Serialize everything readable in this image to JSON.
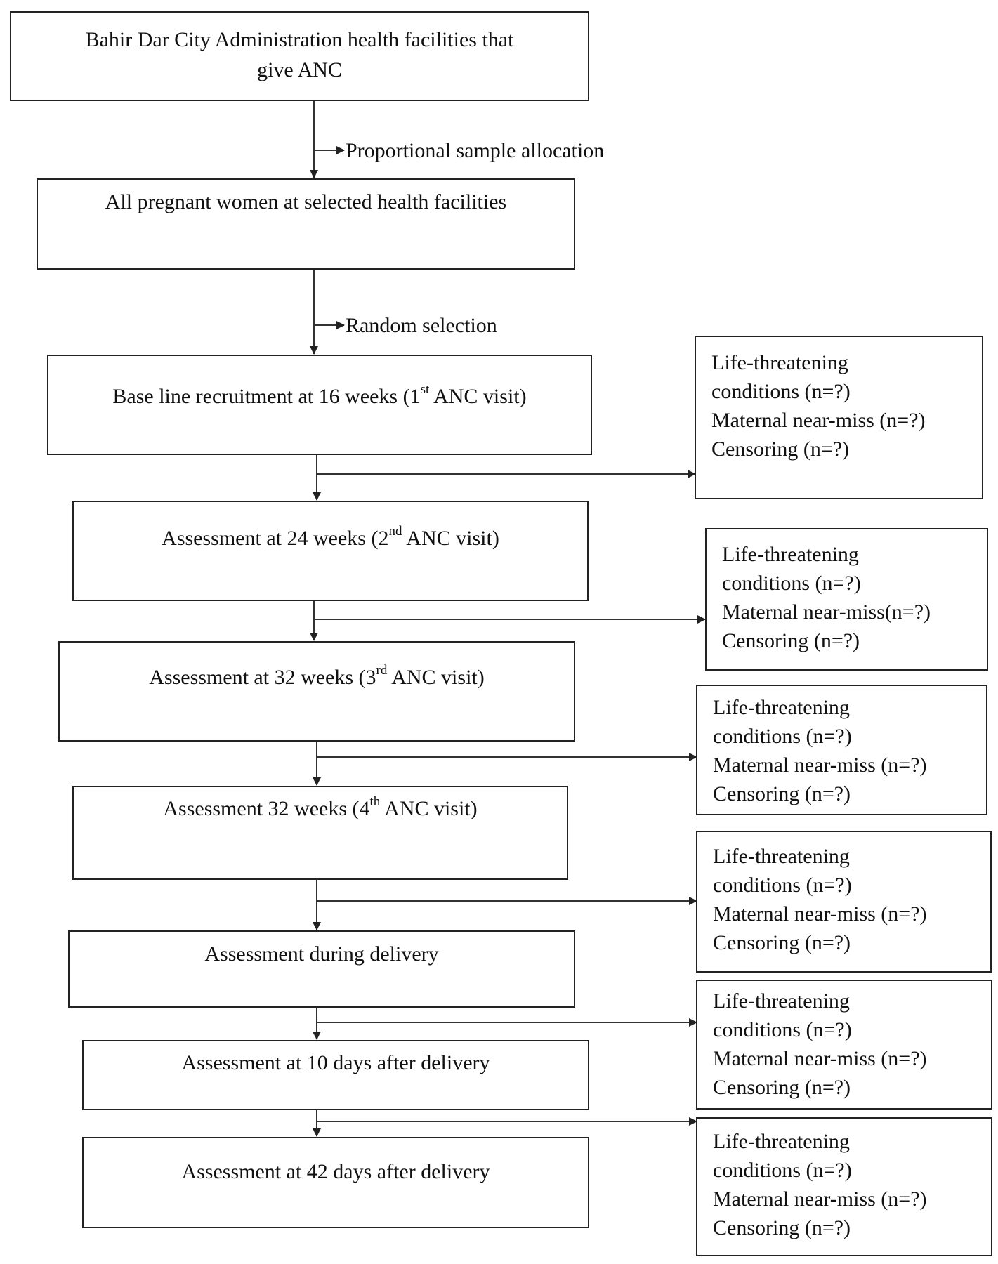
{
  "nodes": [
    {
      "id": "facilities",
      "lines": [
        "Bahir Dar City Administration health facilities that",
        "give ANC"
      ]
    },
    {
      "id": "pregnant",
      "lines": [
        "All pregnant women at selected health facilities"
      ]
    },
    {
      "id": "baseline",
      "pre": "Base line recruitment at 16 weeks (1",
      "sup": "st",
      "post": " ANC visit)"
    },
    {
      "id": "week24",
      "pre": "Assessment at 24 weeks (2",
      "sup": "nd",
      "post": " ANC visit)"
    },
    {
      "id": "week32",
      "pre": "Assessment at 32 weeks (3",
      "sup": "rd",
      "post": " ANC visit)"
    },
    {
      "id": "week32b",
      "pre": "Assessment 32 weeks (4",
      "sup": "th",
      "post": " ANC visit)"
    },
    {
      "id": "delivery",
      "lines": [
        "Assessment during delivery"
      ]
    },
    {
      "id": "day10",
      "lines": [
        "Assessment at 10 days after delivery"
      ]
    },
    {
      "id": "day42",
      "lines": [
        "Assessment at 42 days after delivery"
      ]
    }
  ],
  "edge_labels": {
    "allocation": "Proportional sample allocation",
    "selection": "Random selection"
  },
  "outcome_boxes": [
    [
      "Life-threatening",
      "conditions (n=?)",
      "Maternal near-miss (n=?)",
      "Censoring (n=?)"
    ],
    [
      "Life-threatening",
      "conditions (n=?)",
      "Maternal near-miss(n=?)",
      "Censoring (n=?)"
    ],
    [
      "Life-threatening",
      "conditions (n=?)",
      "Maternal near-miss (n=?)",
      "Censoring (n=?)"
    ],
    [
      "Life-threatening",
      "conditions (n=?)",
      "Maternal near-miss (n=?)",
      "Censoring (n=?)"
    ],
    [
      "Life-threatening",
      "conditions (n=?)",
      "Maternal near-miss (n=?)",
      "Censoring (n=?)"
    ],
    [
      "Life-threatening",
      "conditions (n=?)",
      "Maternal near-miss (n=?)",
      "Censoring (n=?)"
    ]
  ]
}
